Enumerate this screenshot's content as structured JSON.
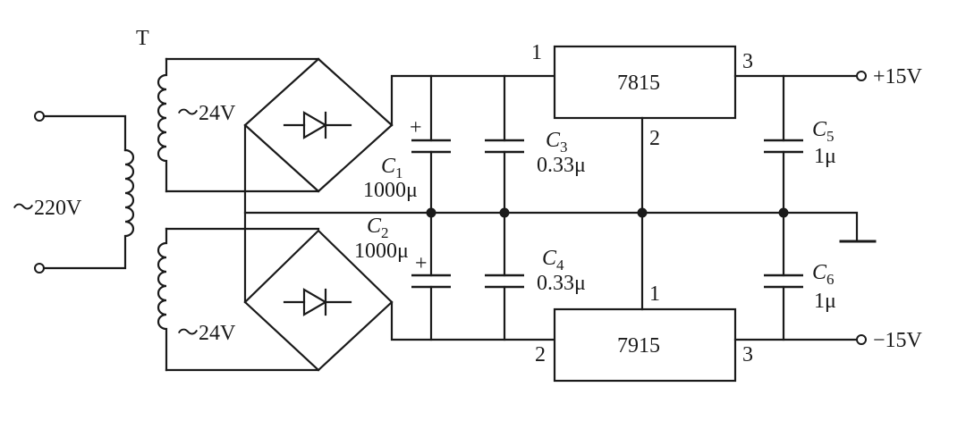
{
  "transformer": {
    "label": "T"
  },
  "input": {
    "label": "～220V"
  },
  "secondary_top": {
    "label": "～24V"
  },
  "secondary_bottom": {
    "label": "～24V"
  },
  "regulator_pos": {
    "label": "7815",
    "pin_in": "1",
    "pin_gnd": "2",
    "pin_out": "3"
  },
  "regulator_neg": {
    "label": "7915",
    "pin_gnd": "1",
    "pin_in": "2",
    "pin_out": "3"
  },
  "c1": {
    "name": "C",
    "sub": "1",
    "value": "1000μ",
    "polarity": "+"
  },
  "c2": {
    "name": "C",
    "sub": "2",
    "value": "1000μ",
    "polarity": "+"
  },
  "c3": {
    "name": "C",
    "sub": "3",
    "value": "0.33μ"
  },
  "c4": {
    "name": "C",
    "sub": "4",
    "value": "0.33μ"
  },
  "c5": {
    "name": "C",
    "sub": "5",
    "value": "1μ"
  },
  "c6": {
    "name": "C",
    "sub": "6",
    "value": "1μ"
  },
  "output_pos": {
    "label": "+15V"
  },
  "output_neg": {
    "label": "−15V"
  }
}
